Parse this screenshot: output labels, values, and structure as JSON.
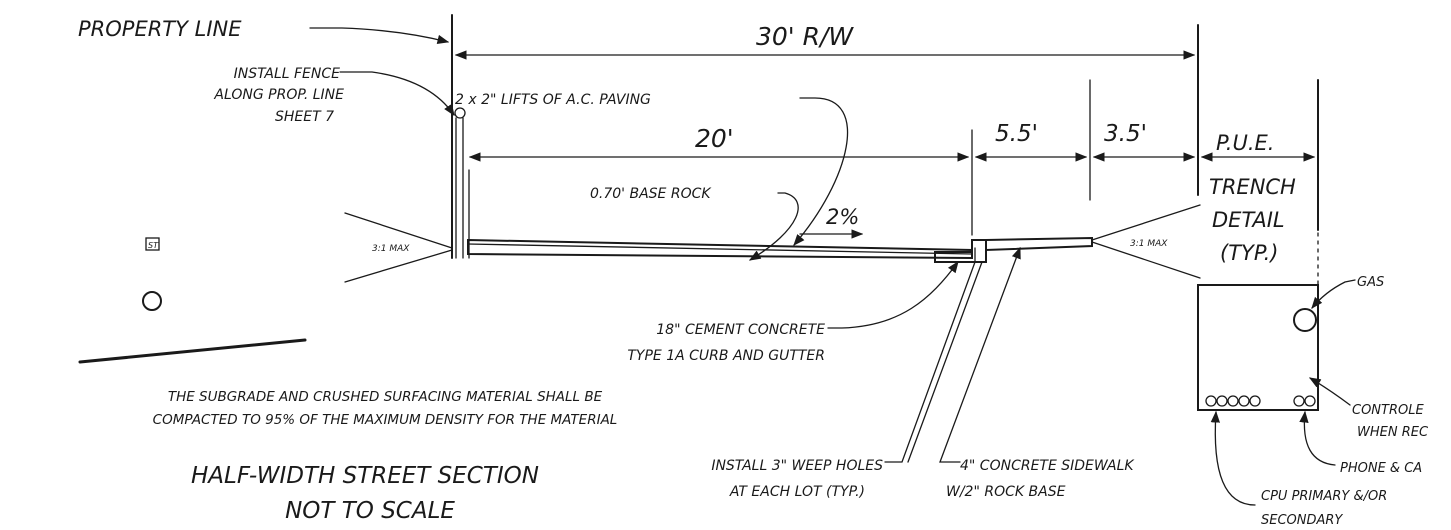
{
  "labels": {
    "property_line": "PROPERTY LINE",
    "rw_width": "30' R/W",
    "install_fence": [
      "INSTALL FENCE",
      "ALONG PROP. LINE",
      "SHEET 7"
    ],
    "paving": "2 x 2\" LIFTS OF A.C. PAVING",
    "roadway_width": "20'",
    "dim_5_5": "5.5'",
    "dim_3_5": "3.5'",
    "pue": "P.U.E.",
    "trench_detail": [
      "TRENCH",
      "DETAIL",
      "(TYP.)"
    ],
    "base_rock": "0.70' BASE ROCK",
    "slope": "2%",
    "slope_left": "3:1 MAX",
    "slope_right": "3:1 MAX",
    "gas": "GAS",
    "curb": [
      "18\" CEMENT CONCRETE",
      "TYPE 1A CURB AND GUTTER"
    ],
    "controlled": [
      "CONTROLE",
      "WHEN REC"
    ],
    "phone": "PHONE & CA",
    "cpu": [
      "CPU PRIMARY &/OR",
      "SECONDARY"
    ],
    "legend_st": "ST",
    "subgrade_note": [
      "THE SUBGRADE AND CRUSHED SURFACING MATERIAL SHALL BE",
      "COMPACTED TO 95% OF THE MAXIMUM DENSITY FOR THE MATERIAL"
    ],
    "title": [
      "HALF-WIDTH STREET SECTION",
      "NOT TO SCALE"
    ],
    "weep_holes": [
      "INSTALL 3\" WEEP HOLES",
      "AT EACH LOT (TYP.)"
    ],
    "sidewalk": [
      "4\" CONCRETE SIDEWALK",
      "W/2\" ROCK BASE"
    ]
  }
}
